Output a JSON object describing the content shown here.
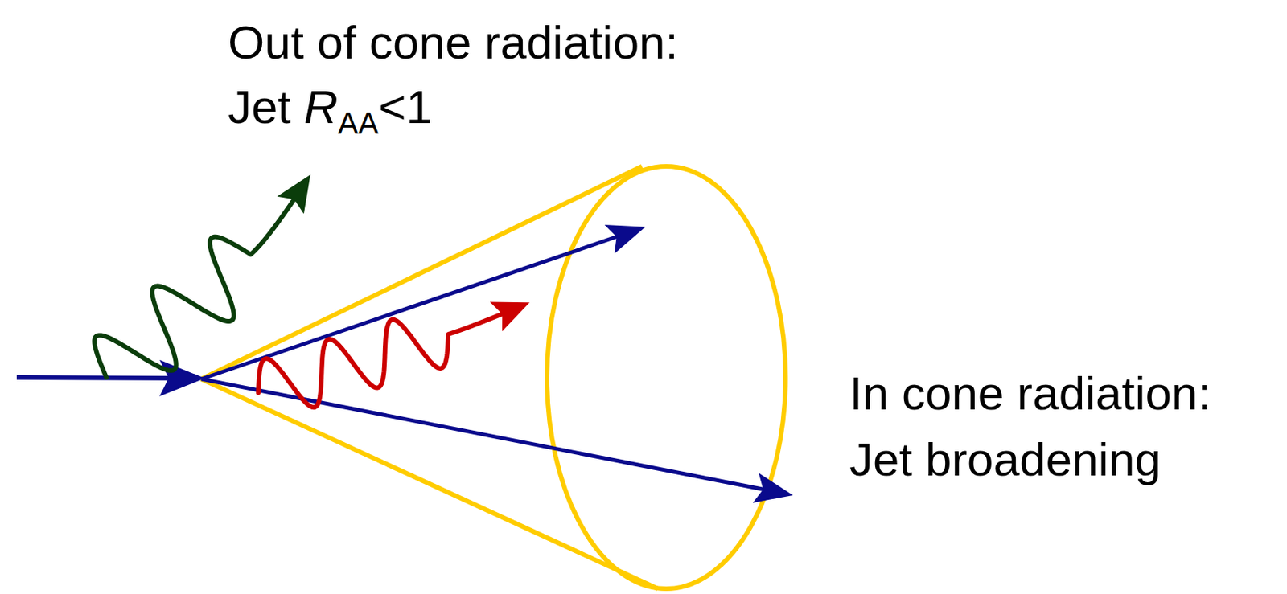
{
  "diagram": {
    "labels": [
      "Out of cone radiation:",
      "Jet",
      "R",
      "AA",
      "<1",
      "In cone radiation:",
      "Jet broadening"
    ]
  }
}
